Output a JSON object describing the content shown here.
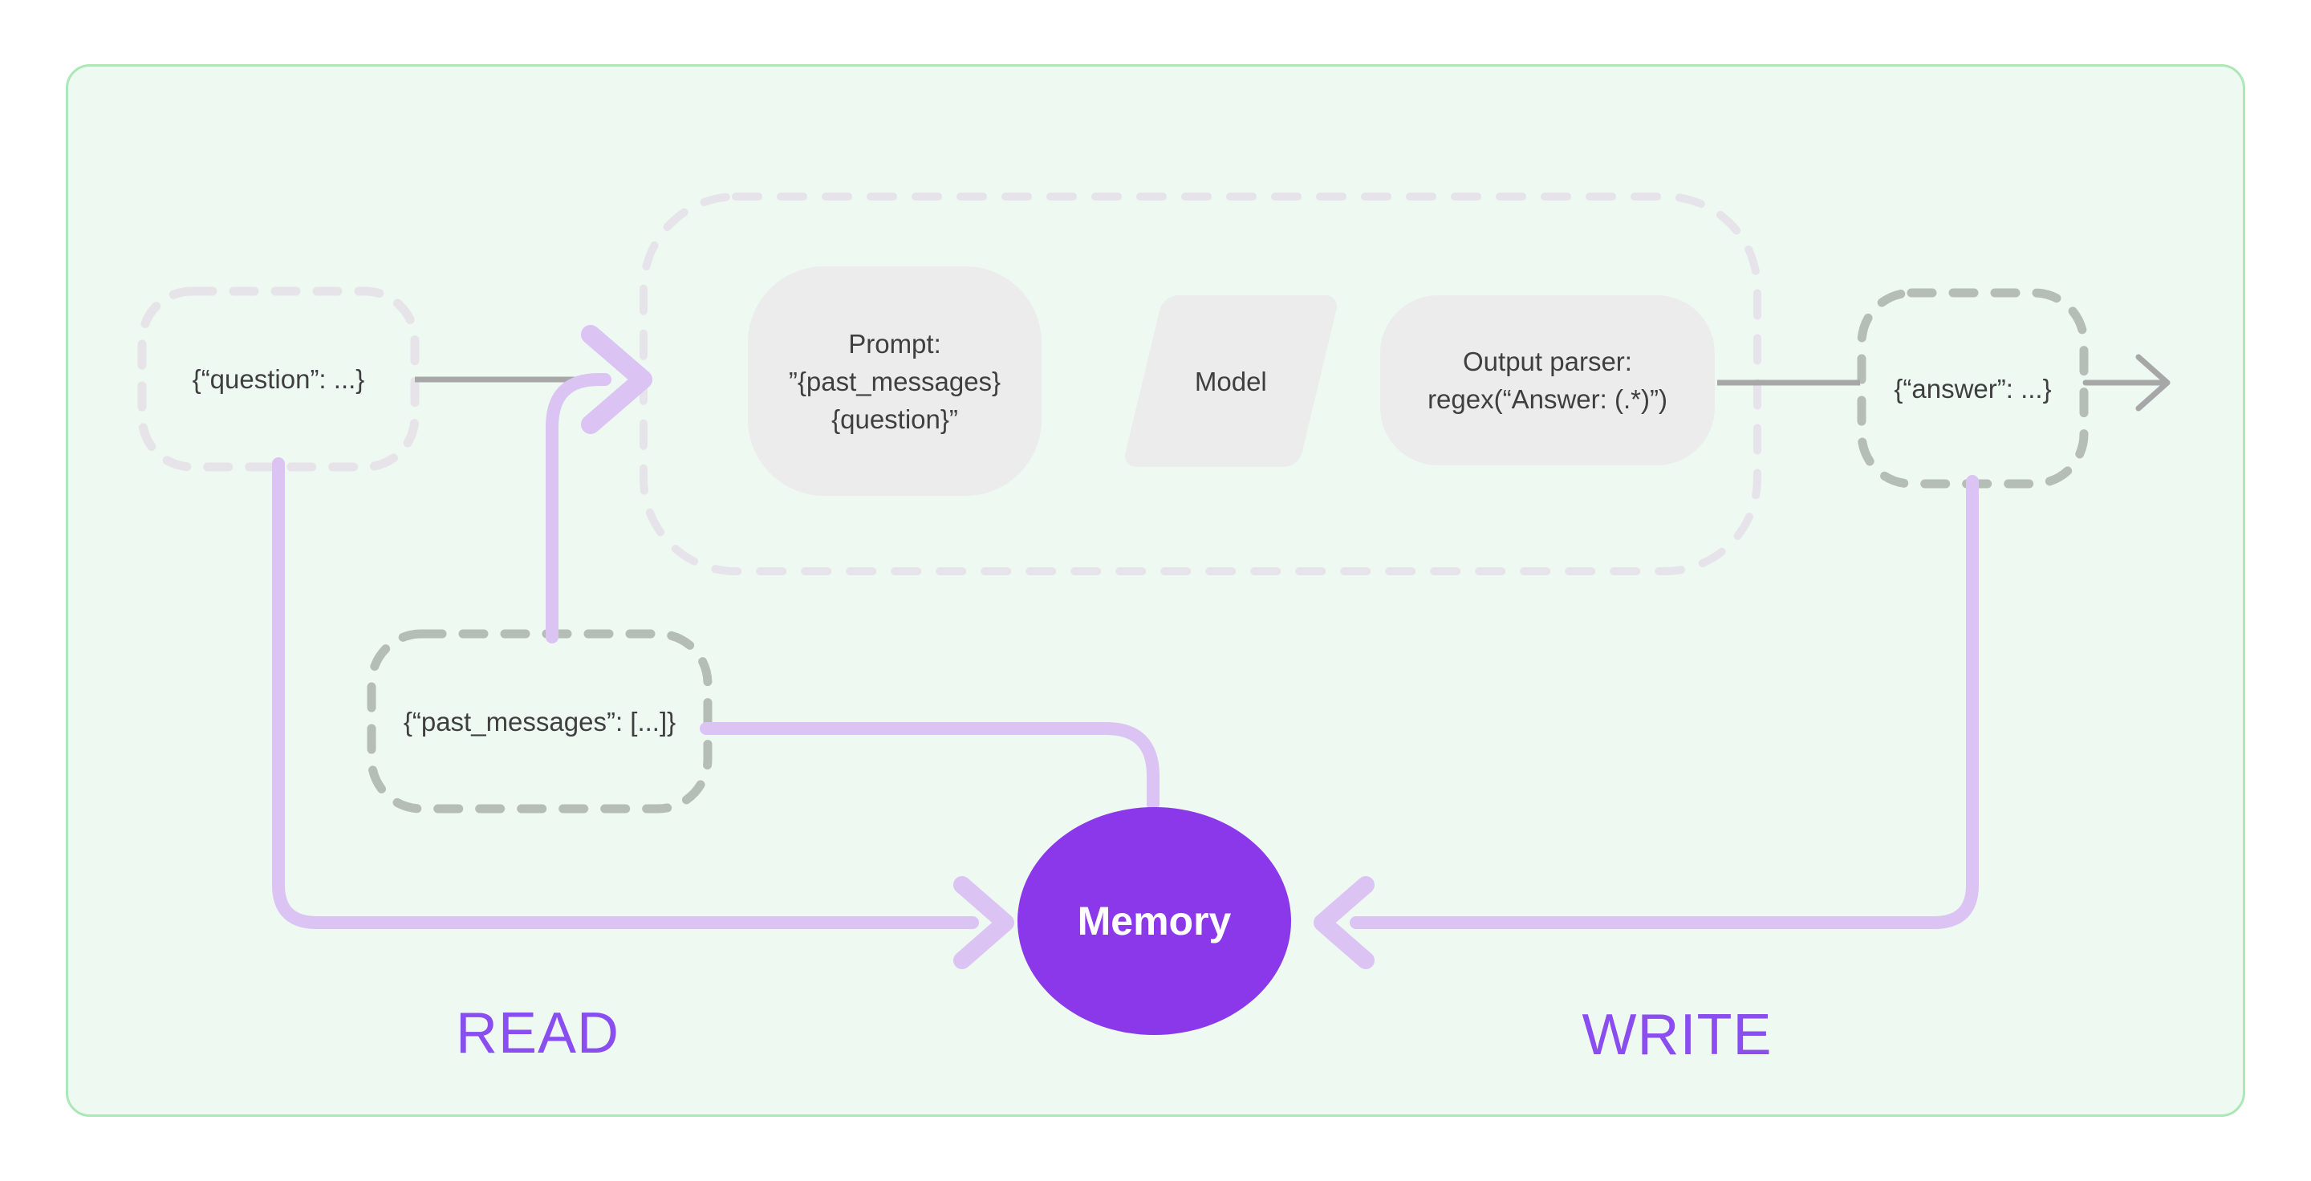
{
  "diagram": {
    "nodes": {
      "question": {
        "label": "{“question”: ...}"
      },
      "past_messages": {
        "label": "{“past_messages”: [...]}"
      },
      "answer": {
        "label": "{“answer”: ...}"
      },
      "prompt": {
        "lines": [
          "Prompt:",
          "”{past_messages}",
          "{question}”"
        ]
      },
      "model": {
        "label": "Model"
      },
      "output_parser": {
        "lines": [
          "Output parser:",
          "regex(“Answer: (.*)”)"
        ]
      },
      "memory": {
        "label": "Memory"
      }
    },
    "annotations": {
      "read": "READ",
      "write": "WRITE"
    },
    "colors": {
      "frame_border": "#abe7b7",
      "frame_fill": "#edf9f1",
      "memory_fill": "#8a38e9",
      "label_purple": "#8a4df0",
      "connector_purple": "#dbc3f3",
      "connector_gray": "#a7a7a7",
      "dash_light": "#e6e4ea",
      "dash_dark": "#b5bdb7",
      "node_fill": "#ececec",
      "node_text": "#3f3f3f"
    }
  }
}
